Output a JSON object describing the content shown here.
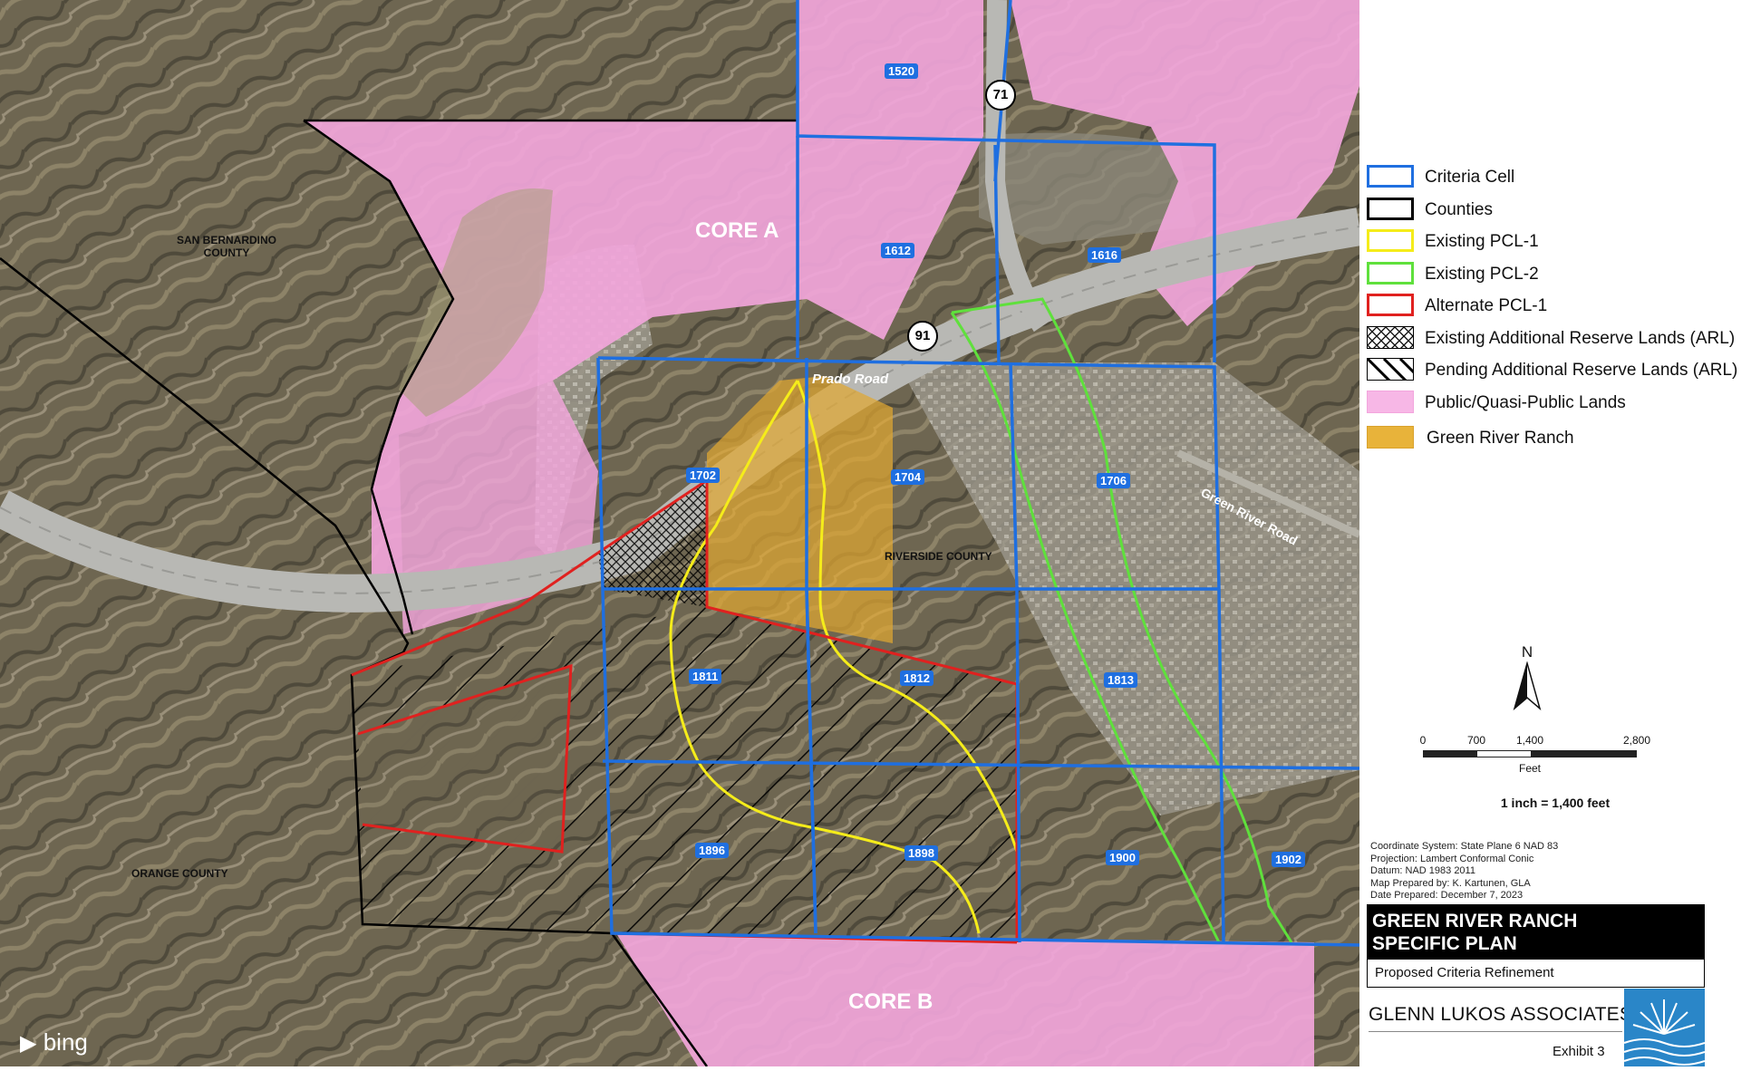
{
  "map": {
    "labels": {
      "core_a": "CORE A",
      "core_b": "CORE B",
      "san_bernardino": [
        "SAN BERNARDINO",
        "COUNTY"
      ],
      "riverside": "RIVERSIDE COUNTY",
      "orange": "ORANGE COUNTY",
      "prado_road": "Prado Road",
      "green_river_road": "Green River Road"
    },
    "highways": [
      "71",
      "91"
    ],
    "cells": [
      "1520",
      "1612",
      "1616",
      "1702",
      "1704",
      "1706",
      "1811",
      "1812",
      "1813",
      "1896",
      "1898",
      "1900",
      "1902"
    ],
    "attribution": "bing"
  },
  "legend": {
    "items": [
      {
        "label": "Criteria Cell",
        "stroke": "#1f6fe0",
        "fill": "none"
      },
      {
        "label": "Counties",
        "stroke": "#000000",
        "fill": "none"
      },
      {
        "label": "Existing PCL-1",
        "stroke": "#f5ec1a",
        "fill": "none"
      },
      {
        "label": "Existing PCL-2",
        "stroke": "#5fe03c",
        "fill": "none"
      },
      {
        "label": "Alternate PCL-1",
        "stroke": "#e0211f",
        "fill": "none"
      },
      {
        "label": "Existing Additional Reserve Lands (ARL)",
        "stroke": "#000000",
        "fill": "crosshatch"
      },
      {
        "label": "Pending Additional Reserve Lands (ARL)",
        "stroke": "#000000",
        "fill": "diagonal"
      },
      {
        "label": "Public/Quasi-Public Lands",
        "stroke": "#f7b7e6",
        "fill": "#f7b7e6"
      },
      {
        "label": "Green River Ranch",
        "stroke": "#e8b33a",
        "fill": "#e8b33a"
      }
    ]
  },
  "north_label": "N",
  "scale": {
    "ticks": [
      "0",
      "700",
      "1,400",
      "2,800"
    ],
    "unit": "Feet",
    "ratio": "1 inch = 1,400 feet"
  },
  "meta": [
    "Coordinate System: State Plane 6 NAD 83",
    "Projection: Lambert Conformal Conic",
    "Datum: NAD 1983 2011",
    "Map Prepared by: K. Kartunen, GLA",
    "Date Prepared: December 7, 2023"
  ],
  "title": {
    "line1": "GREEN RIVER RANCH",
    "line2": "SPECIFIC PLAN"
  },
  "subtitle": "Proposed Criteria Refinement",
  "company": "GLENN LUKOS ASSOCIATES",
  "exhibit": "Exhibit 3",
  "colors": {
    "cell": "#1f6fe0",
    "pcl1": "#f5ec1a",
    "pcl2": "#5fe03c",
    "alt": "#e0211f",
    "public": "#f2a6dc",
    "ranch": "#e0a832"
  }
}
